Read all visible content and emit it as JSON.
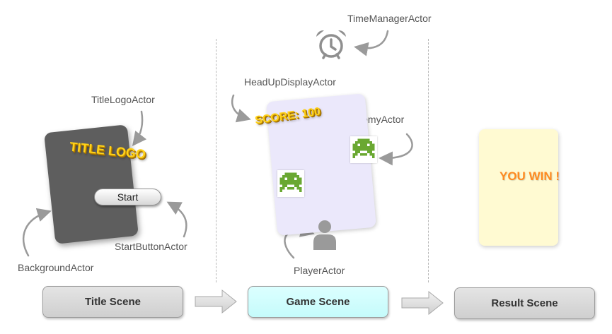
{
  "actors": {
    "time_manager": "TimeManagerActor",
    "head_up_display": "HeadUpDisplayActor",
    "enemy": "EnemyActor",
    "player": "PlayerActor",
    "title_logo": "TitleLogoActor",
    "start_button": "StartButtonActor",
    "background": "BackgroundActor"
  },
  "title_screen": {
    "logo_text": "TITLE LOGO",
    "start_label": "Start"
  },
  "game_screen": {
    "score_text": "SCORE: 100"
  },
  "result_screen": {
    "message": "YOU WIN !"
  },
  "scenes": [
    {
      "label": "Title Scene"
    },
    {
      "label": "Game Scene"
    },
    {
      "label": "Result Scene"
    }
  ],
  "colors": {
    "logo_yellow": "#ffd21a",
    "win_orange": "#ff8a1f",
    "enemy_green": "#6aa832",
    "game_card": "#ebe8fb",
    "result_card": "#fffad2",
    "game_scene_box": "#c5fbfb",
    "title_card": "#5e5e5e"
  },
  "icons": [
    "alarm-clock-icon",
    "enemy-sprite-icon",
    "player-person-icon",
    "right-arrow-icon",
    "curved-pointer-arrow"
  ]
}
